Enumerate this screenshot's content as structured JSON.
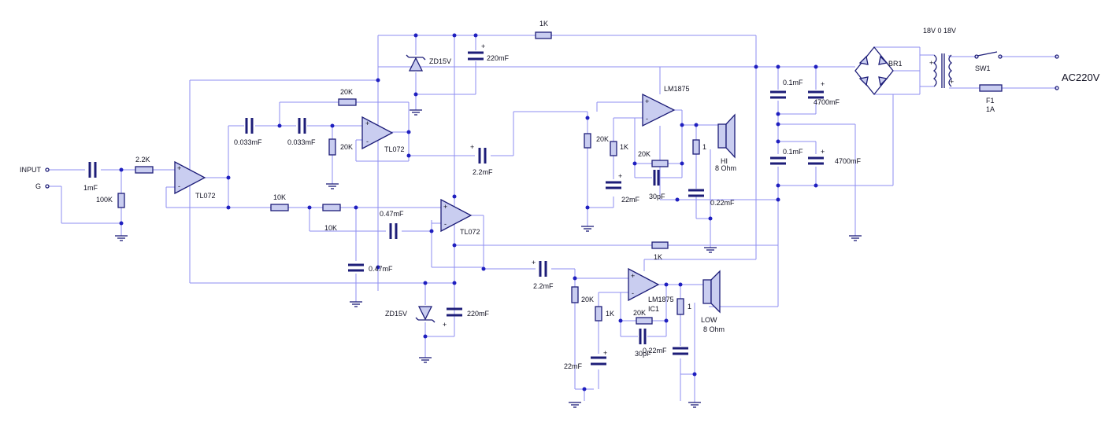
{
  "labels": {
    "input": "INPUT",
    "g": "G",
    "c_in": "1mF",
    "r_in": "2.2K",
    "r_100k": "100K",
    "u1": "TL072",
    "c_033a": "0.033mF",
    "c_033b": "0.033mF",
    "r_20k_fb": "20K",
    "r_20k_lp": "20K",
    "u2": "TL072",
    "zd_top": "ZD15V",
    "c_220_top": "220mF",
    "r_1k_top": "1K",
    "r_10k_a": "10K",
    "r_10k_b": "10K",
    "c_047_a": "0.47mF",
    "c_047_b": "0.47mF",
    "u3": "TL072",
    "zd_bot": "ZD15V",
    "c_220_bot": "220mF",
    "c_22_hi": "2.2mF",
    "u_hi": "LM1875",
    "r_20k_hi": "20K",
    "r_1k_hi": "1K",
    "c_22mf_hi": "22mF",
    "r_20k_hi_fb": "20K",
    "c_30p_hi": "30pF",
    "r_1_hi": "1",
    "c_022_hi": "0.22mF",
    "spk_hi_a": "HI",
    "spk_hi_b": "8 Ohm",
    "r_1k_mid": "1K",
    "c_22_low": "2.2mF",
    "u_low_a": "LM1875",
    "u_low_b": "IC1",
    "r_20k_low": "20K",
    "r_1k_low": "1K",
    "c_22mf_low": "22mF",
    "r_20k_low_fb": "20K",
    "c_30p_low": "30pF",
    "c_022_low": "0.22mF",
    "r_1_low": "1",
    "spk_low_a": "LOW",
    "spk_low_b": "8 Ohm",
    "c_01_a": "0.1mF",
    "c_4700_a": "4700mF",
    "c_01_b": "0.1mF",
    "c_4700_b": "4700mF",
    "br1": "BR1",
    "tr": "18V 0  18V",
    "sw1": "SW1",
    "f1_a": "F1",
    "f1_b": "1A",
    "ac": "AC220V",
    "plus": "+",
    "minus": "-"
  }
}
